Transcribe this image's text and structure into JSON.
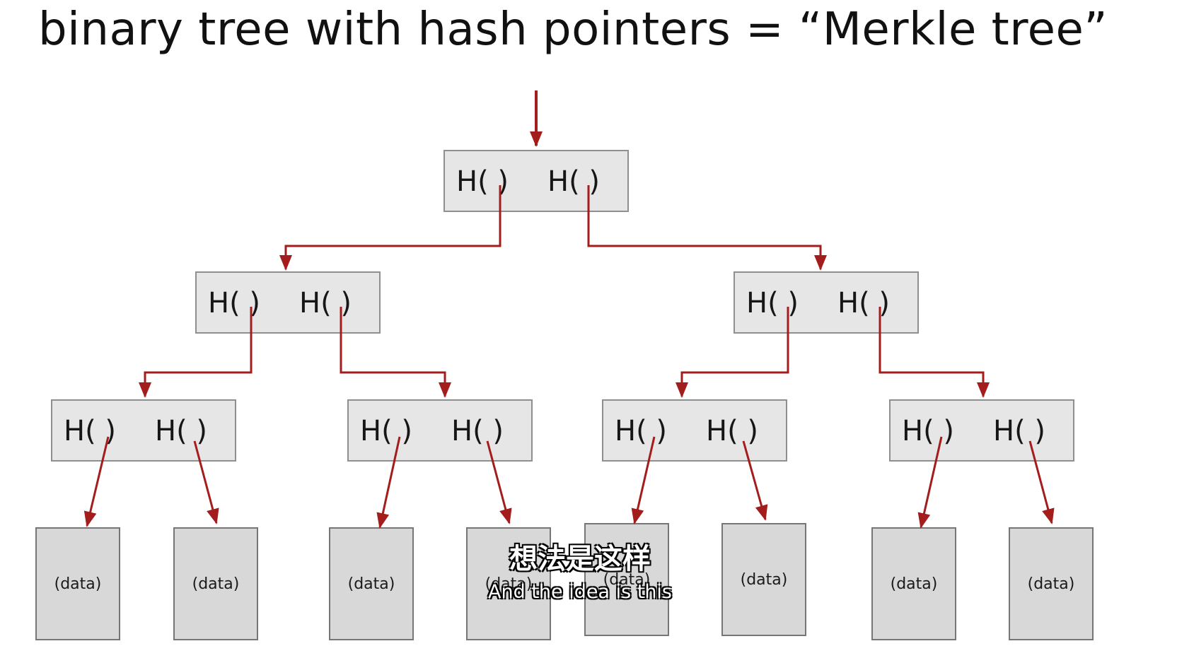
{
  "title": "binary tree with hash pointers = “Merkle tree”",
  "hash_left": "H(  )",
  "hash_right": "H(  )",
  "leaf_label": "(data)",
  "colors": {
    "arrow": "#a31d1d",
    "node_fill": "#e6e6e6",
    "leaf_fill": "#d8d8d8"
  },
  "tree": {
    "root": {
      "left": "H(  )",
      "right": "H(  )"
    },
    "level1": [
      {
        "left": "H(  )",
        "right": "H(  )"
      },
      {
        "left": "H(  )",
        "right": "H(  )"
      }
    ],
    "level2": [
      {
        "left": "H(  )",
        "right": "H(  )"
      },
      {
        "left": "H(  )",
        "right": "H(  )"
      },
      {
        "left": "H(  )",
        "right": "H(  )"
      },
      {
        "left": "H(  )",
        "right": "H(  )"
      }
    ],
    "leaves": [
      "(data)",
      "(data)",
      "(data)",
      "(data)",
      "(data)",
      "(data)",
      "(data)",
      "(data)"
    ]
  },
  "subtitles": {
    "zh": "想法是这样",
    "en": "And the idea is this"
  }
}
